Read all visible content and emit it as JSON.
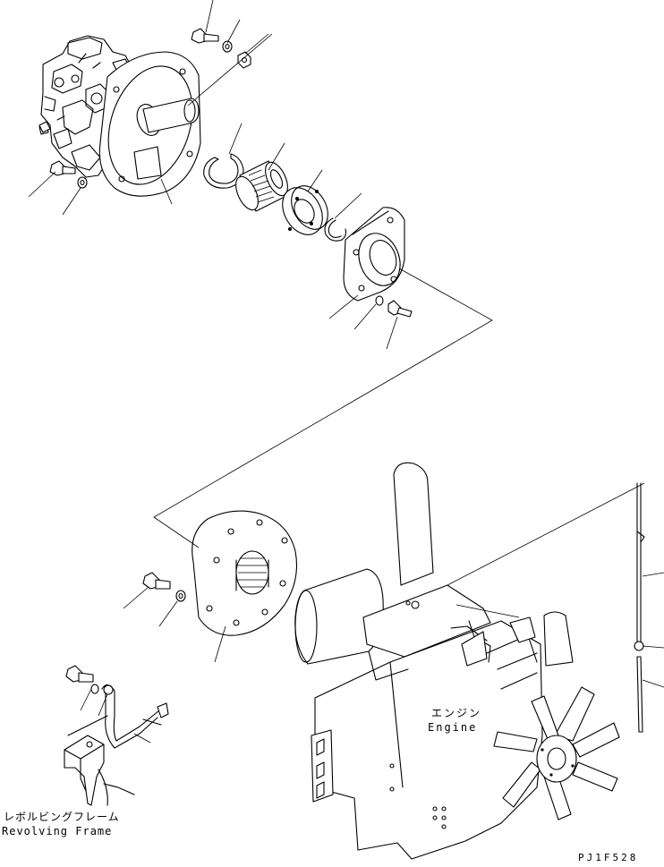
{
  "labels": {
    "engine_jp": "エンジン",
    "engine_en": "Engine",
    "frame_jp": "レボルビングフレーム",
    "frame_en": "Revolving Frame",
    "drawing_code": "PJ1F528"
  }
}
